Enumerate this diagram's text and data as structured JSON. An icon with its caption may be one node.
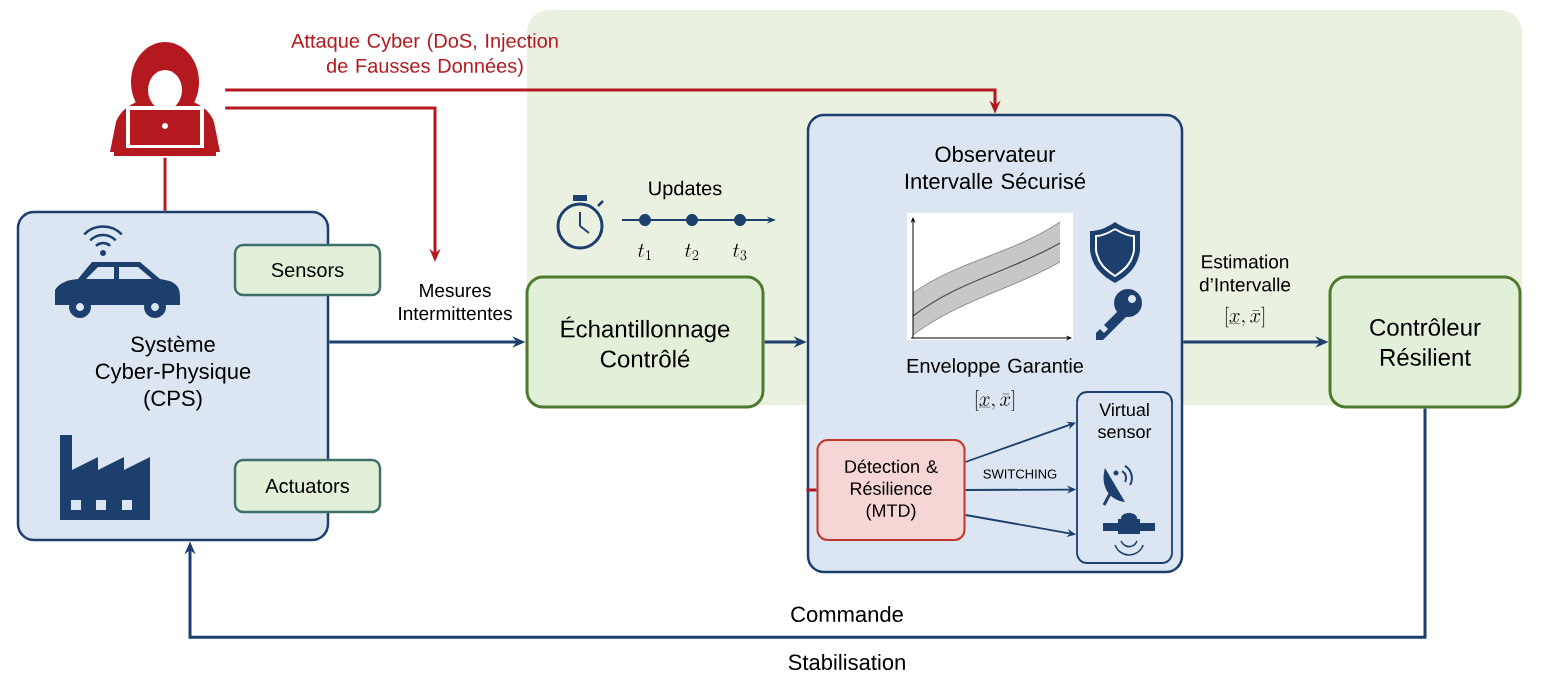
{
  "diagram": {
    "nodes": [
      {
        "text": [],
        "shape": "person"
      },
      {
        "text": [
          "Système Cyber-Physique (CPS)"
        ]
      },
      {
        "text": [
          "Sensors"
        ]
      },
      {
        "text": [
          "Actuators"
        ]
      },
      {
        "text": [
          "Échantillonnage Contrôlé"
        ]
      },
      {
        "text": [
          "Observateur Intervalle Sécurisé",
          "Enveloppe Garantie",
          "[\\underline{x}, \\bar{x}]"
        ]
      },
      {
        "text": [
          "Détection & Résilience (MTD)"
        ],
        "in": 5
      },
      {
        "text": [
          "Virtual sensor"
        ],
        "in": 5
      },
      {
        "text": [
          "Contrôleur Résilient"
        ]
      }
    ],
    "edges": [
      {
        "from": 0,
        "to": 5,
        "arrow": "to",
        "label": "Attaque Cyber (DoS, Injection de Fausses Données)",
        "color": "#b3191e"
      },
      {
        "from": 0,
        "to": null,
        "arrow": "to",
        "color": "#b3191e"
      },
      {
        "from": 0,
        "to": 1,
        "arrow": "none",
        "color": "#b3191e"
      },
      {
        "from": 1,
        "to": 4,
        "arrow": "to",
        "label": "Mesures Intermittentes"
      },
      {
        "from": 4,
        "to": 5,
        "arrow": "to"
      },
      {
        "from": 5,
        "to": 8,
        "arrow": "to",
        "label": "Estimation d’Intervalle"
      },
      {
        "from": 8,
        "to": 1,
        "arrow": "to",
        "label": "Commande"
      },
      {
        "from": 6,
        "to": 7,
        "arrow": "to"
      },
      {
        "from": 6,
        "to": 7,
        "arrow": "to",
        "label": "SWITCHING"
      },
      {
        "from": 6,
        "to": 7,
        "arrow": "to"
      },
      {
        "from": 6,
        "to": null,
        "arrow": "none",
        "color": "#b3191e"
      }
    ],
    "labels": [
      "Updates",
      "t_1",
      "t_2",
      "t_3",
      "[\\underline{x}, \\bar{x}]",
      "Stabilisation"
    ]
  }
}
